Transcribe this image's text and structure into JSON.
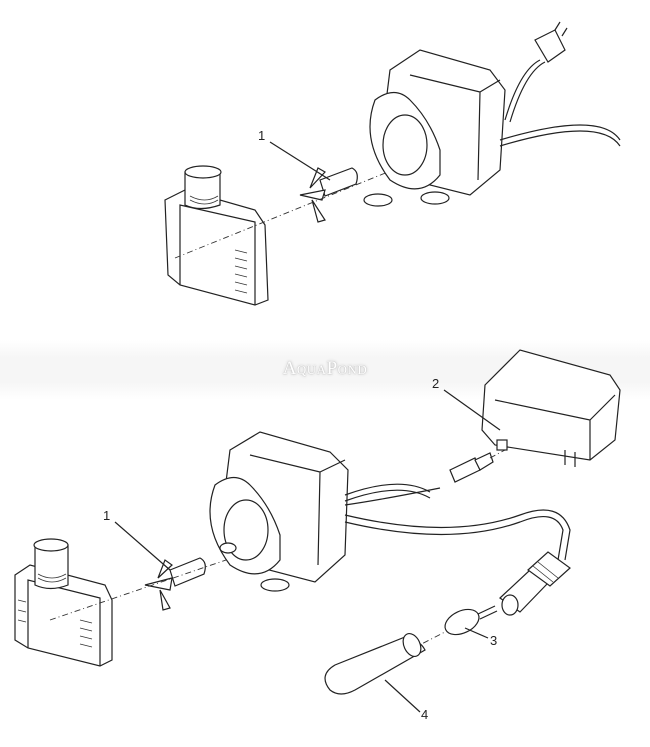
{
  "watermark": "AquaPond",
  "top_assembly": {
    "callouts": [
      {
        "number": "1"
      }
    ]
  },
  "bottom_assembly": {
    "callouts": [
      {
        "number": "1"
      },
      {
        "number": "2"
      },
      {
        "number": "3"
      },
      {
        "number": "4"
      }
    ]
  }
}
